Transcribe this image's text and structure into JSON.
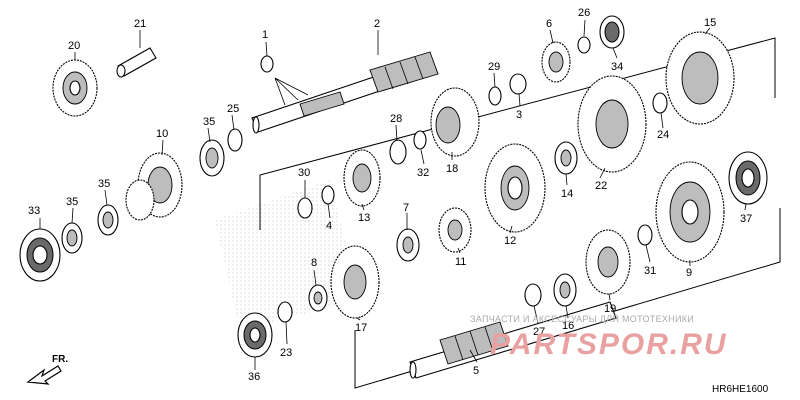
{
  "diagram": {
    "code": "HR6HE1600",
    "direction_label": "FR.",
    "watermark_text": "ЗАПЧАСТИ И АКСЕССУАРЫ ДЛЯ МОТОТЕХНИКИ",
    "watermark_logo": "PARTSPOR.RU",
    "callouts": [
      "1",
      "2",
      "3",
      "4",
      "5",
      "6",
      "7",
      "8",
      "9",
      "10",
      "11",
      "12",
      "13",
      "14",
      "15",
      "16",
      "17",
      "18",
      "19",
      "20",
      "21",
      "22",
      "23",
      "24",
      "25",
      "26",
      "27",
      "28",
      "29",
      "30",
      "31",
      "32",
      "33",
      "34",
      "35",
      "35",
      "35",
      "36",
      "37"
    ]
  },
  "colors": {
    "watermark": "#e8a0a0",
    "line": "#000000"
  }
}
